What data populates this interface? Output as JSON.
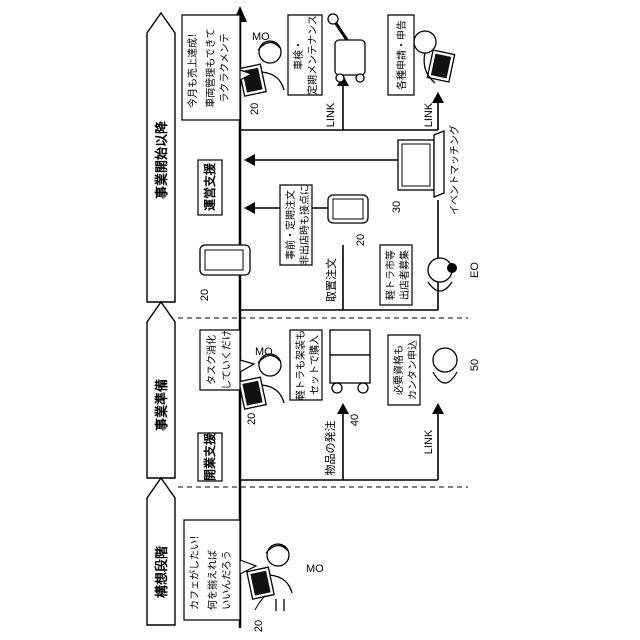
{
  "phases": {
    "concept": "構想段階",
    "preparation": "事業準備",
    "after_start": "事業開始以降"
  },
  "labels": {
    "startup_support": "開業支援",
    "operation_support": "運営支援",
    "link_prep": "LINK",
    "link_top_left": "LINK",
    "link_top_right": "LINK",
    "goods_order": "物品の発注",
    "app_order": "取置注文",
    "event_matching": "イベントマッチング",
    "eo": "EO",
    "mo_concept": "MO",
    "mo_prep": "MO",
    "mo_after": "MO"
  },
  "refs": {
    "terminal_concept": "20",
    "terminal_prep": "20",
    "terminal_after": "20",
    "phone_left": "20",
    "phone_right": "20",
    "pc": "30",
    "truck": "40",
    "agent": "50"
  },
  "bubbles": {
    "mo_concept": [
      "カフェがしたい！",
      "何を揃えれば",
      "いいんだろう"
    ],
    "mo_prep": [
      "タスク消化",
      "していくだけ"
    ],
    "mo_after": [
      "今月も売上達成！",
      "車両管理もできて",
      "ラクラクメンテ"
    ],
    "truck": [
      "軽トラも架装も",
      "セットで購入"
    ],
    "agent": [
      "必要資格も",
      "カンタン申込"
    ],
    "phone": [
      "事前・定期注文",
      "非出店時も接点に"
    ],
    "eo": [
      "軽トラ市等",
      "出店者募集"
    ],
    "maintenance": [
      "車検・",
      "定期メンテナンス"
    ],
    "admin": [
      "各種申請・申告"
    ]
  }
}
